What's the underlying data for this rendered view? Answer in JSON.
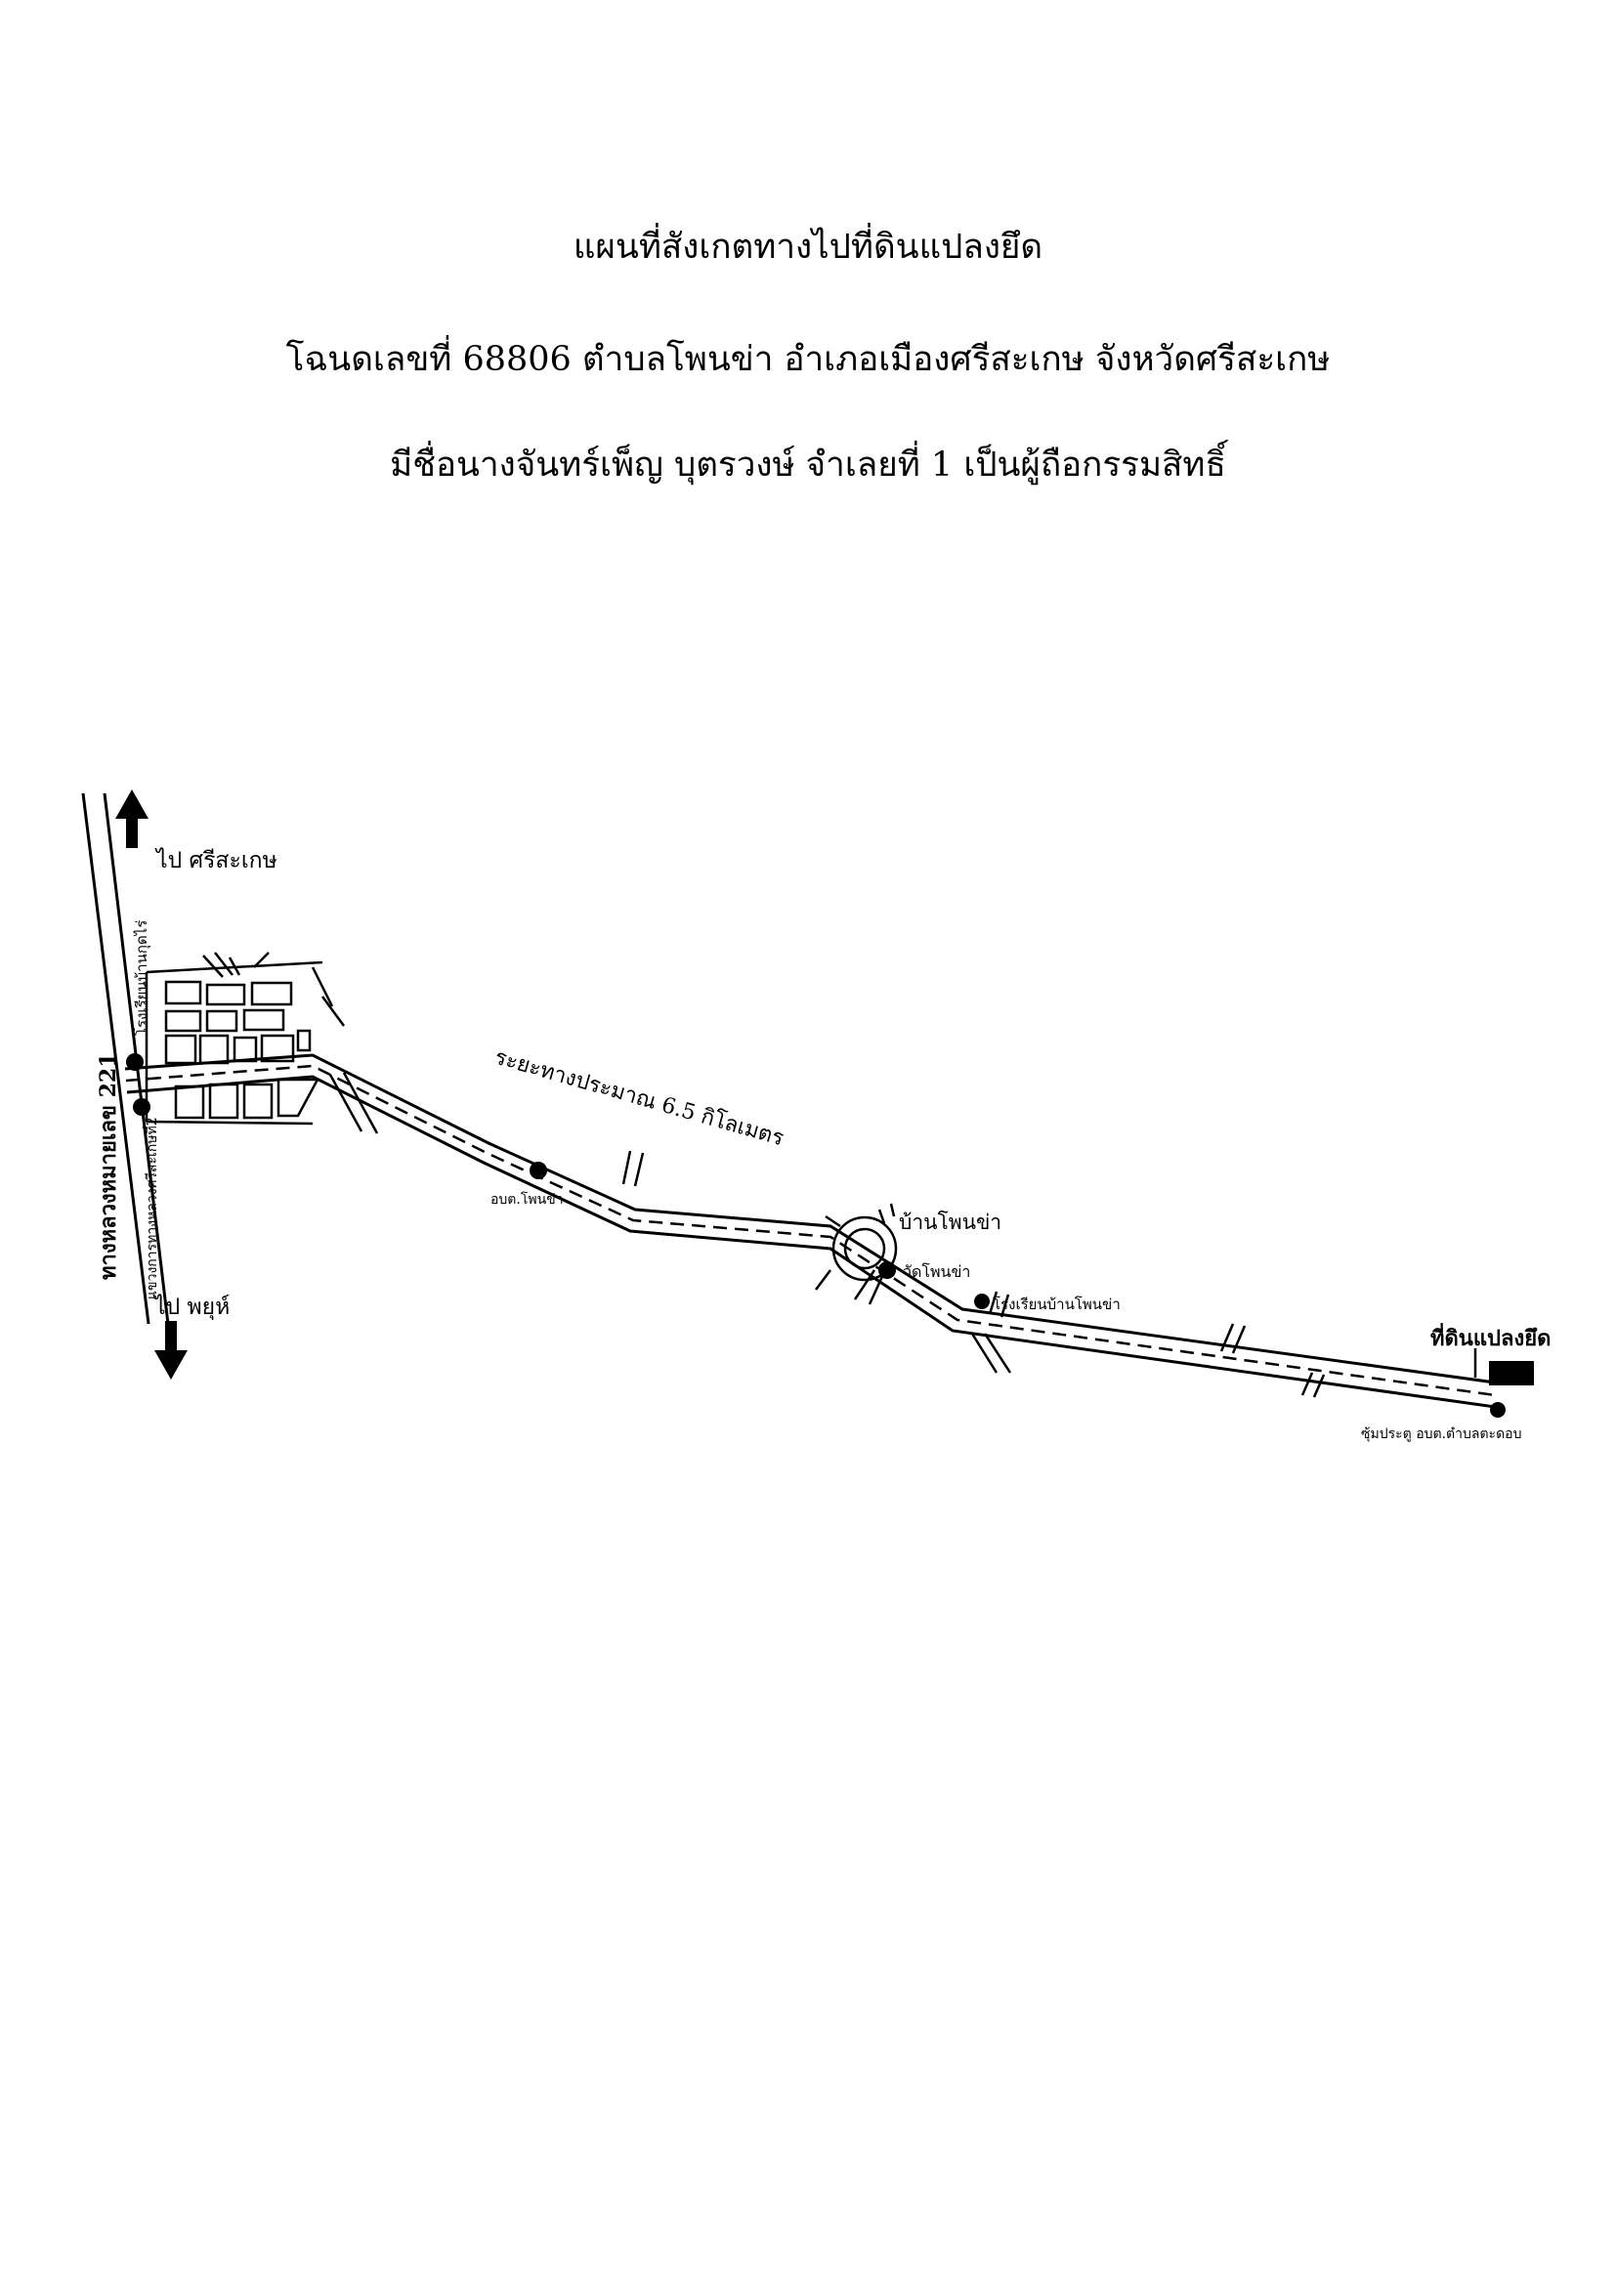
{
  "header": {
    "title": "แผนที่สังเกตทางไปที่ดินแปลงยึด",
    "deed_line": "โฉนดเลขที่ 68806 ตำบลโพนข่า อำเภอเมืองศรีสะเกษ จังหวัดศรีสะเกษ",
    "owner_line": "มีชื่อนางจันทร์เพ็ญ บุตรวงษ์ จำเลยที่ 1 เป็นผู้ถือกรรมสิทธิ์"
  },
  "map": {
    "highway_label": "ทางหลวงหมายเลข 221",
    "to_north": "ไป ศรีสะเกษ",
    "to_south": "ไป พยุห์",
    "school_north": "โรงเรียนบ้านกุดไร่",
    "school_highway": "แขวงการทางหลวงศรีสะเกษที่2",
    "distance": "ระยะทางประมาณ 6.5 กิโลเมตร",
    "sao_ponkha": "อบต.โพนข่า",
    "village": "บ้านโพนข่า",
    "temple": "วัดโพนข่า",
    "school_ponkha": "โรงเรียนบ้านโพนข่า",
    "target": "ที่ดินแปลงยึด",
    "gate": "ซุ้มประตู อบต.ตำบลตะดอบ"
  }
}
